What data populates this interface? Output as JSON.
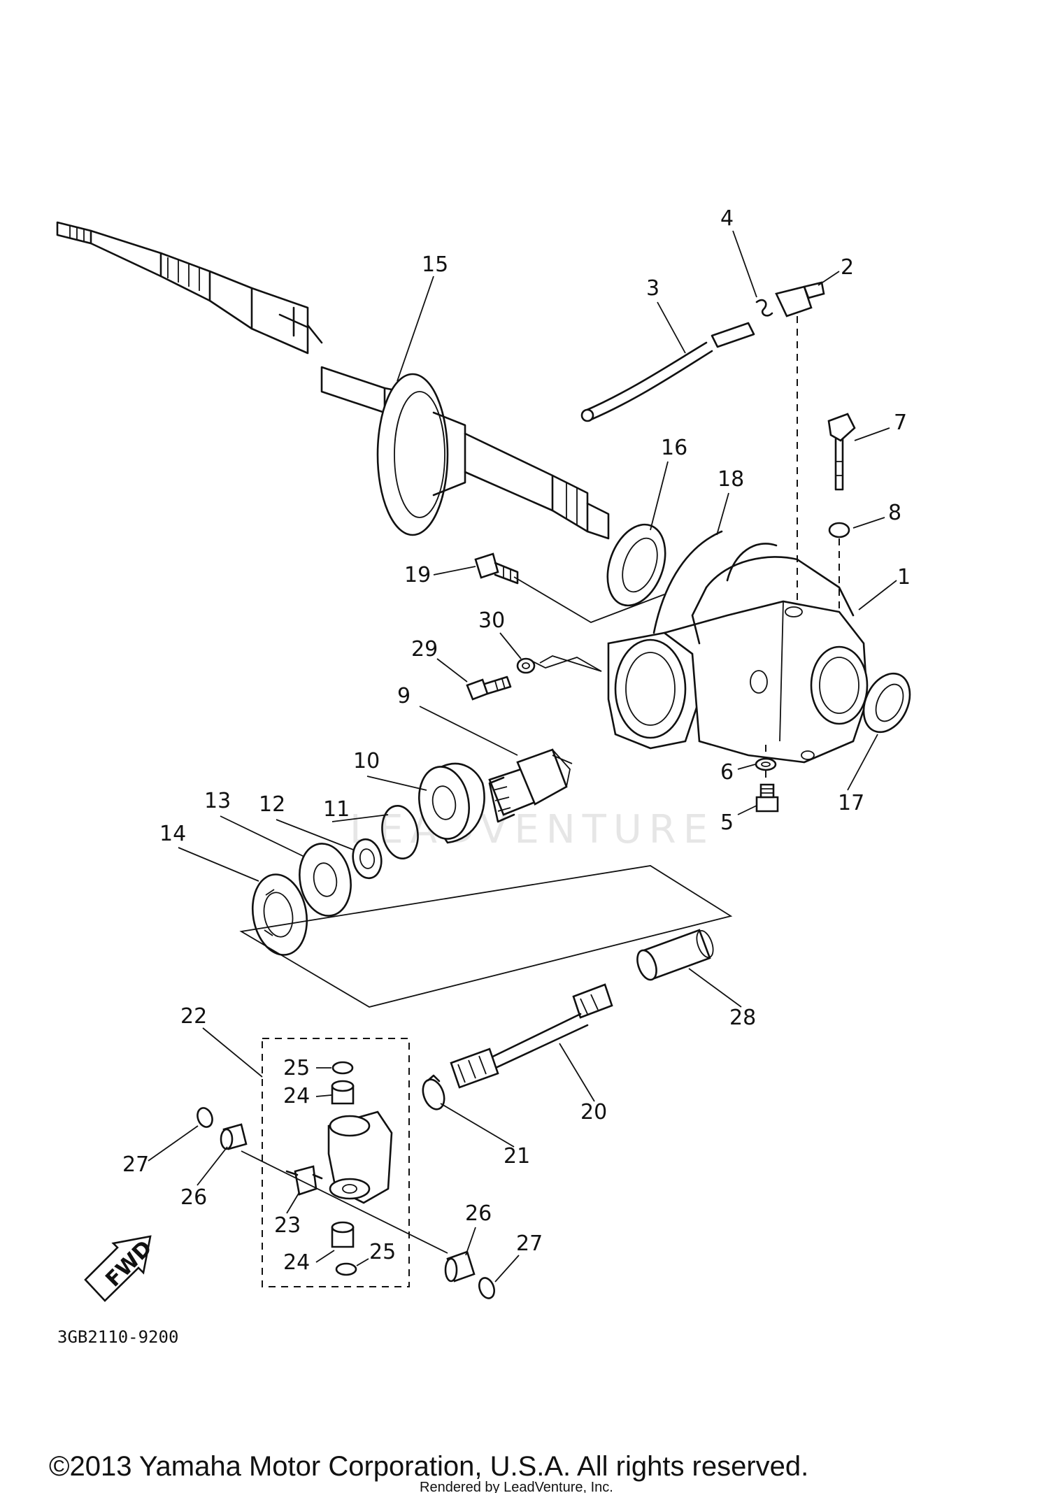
{
  "diagram": {
    "part_code": "3GB2110-9200",
    "copyright": "©2013 Yamaha Motor Corporation, U.S.A. All rights reserved.",
    "render_credit": "Rendered by LeadVenture, Inc.",
    "watermark": "LEADVENTURE",
    "fwd_label": "FWD",
    "callouts": {
      "c1": "1",
      "c2": "2",
      "c3": "3",
      "c4": "4",
      "c5": "5",
      "c6": "6",
      "c7": "7",
      "c8": "8",
      "c9": "9",
      "c10": "10",
      "c11": "11",
      "c12": "12",
      "c13": "13",
      "c14": "14",
      "c15": "15",
      "c16": "16",
      "c17": "17",
      "c18": "18",
      "c19": "19",
      "c20": "20",
      "c21": "21",
      "c22": "22",
      "c23": "23",
      "c24a": "24",
      "c24b": "24",
      "c25a": "25",
      "c25b": "25",
      "c26a": "26",
      "c26b": "26",
      "c27a": "27",
      "c27b": "27",
      "c28": "28",
      "c29": "29",
      "c30": "30"
    }
  }
}
